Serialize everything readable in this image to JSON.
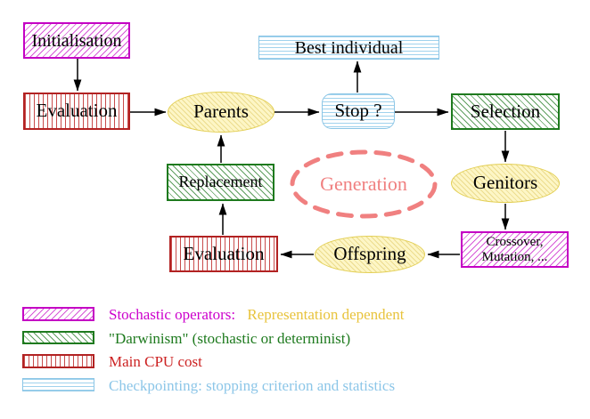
{
  "nodes": {
    "initialisation": {
      "label": "Initialisation"
    },
    "evaluation_top": {
      "label": "Evaluation"
    },
    "parents": {
      "label": "Parents"
    },
    "best_individual": {
      "label": "Best individual"
    },
    "stop": {
      "label": "Stop ?"
    },
    "selection": {
      "label": "Selection"
    },
    "genitors": {
      "label": "Genitors"
    },
    "crossover_mutation": {
      "line1": "Crossover,",
      "line2": "Mutation, ..."
    },
    "offspring": {
      "label": "Offspring"
    },
    "evaluation_bottom": {
      "label": "Evaluation"
    },
    "replacement": {
      "label": "Replacement"
    },
    "generation": {
      "label": "Generation"
    }
  },
  "legend": {
    "rows": [
      {
        "swatch": "magenta-hatch",
        "parts": [
          {
            "text": "Stochastic operators:",
            "color": "#cc00cc"
          },
          {
            "text": "Representation dependent",
            "color": "#e8c33c"
          }
        ]
      },
      {
        "swatch": "green-hatch",
        "parts": [
          {
            "text": "\"Darwinism\" (stochastic or determinist)",
            "color": "#1e7a1e"
          }
        ]
      },
      {
        "swatch": "red-vertical-stripes",
        "parts": [
          {
            "text": "Main CPU cost",
            "color": "#cc2222"
          }
        ]
      },
      {
        "swatch": "cyan-horizontal-stripes",
        "parts": [
          {
            "text": "Checkpointing: stopping criterion and statistics",
            "color": "#8cc6e8"
          }
        ]
      }
    ]
  },
  "colors": {
    "magenta": "#cc00cc",
    "red": "#bb2222",
    "green": "#1e7a1e",
    "cyan_blue": "#8cc6e8",
    "yellow_border": "#e3cf55",
    "yellow_fill": "#fdf6c6",
    "salmon_dashed": "#f08080",
    "legend_yellow_text": "#e8c33c",
    "arrow": "#000000"
  }
}
